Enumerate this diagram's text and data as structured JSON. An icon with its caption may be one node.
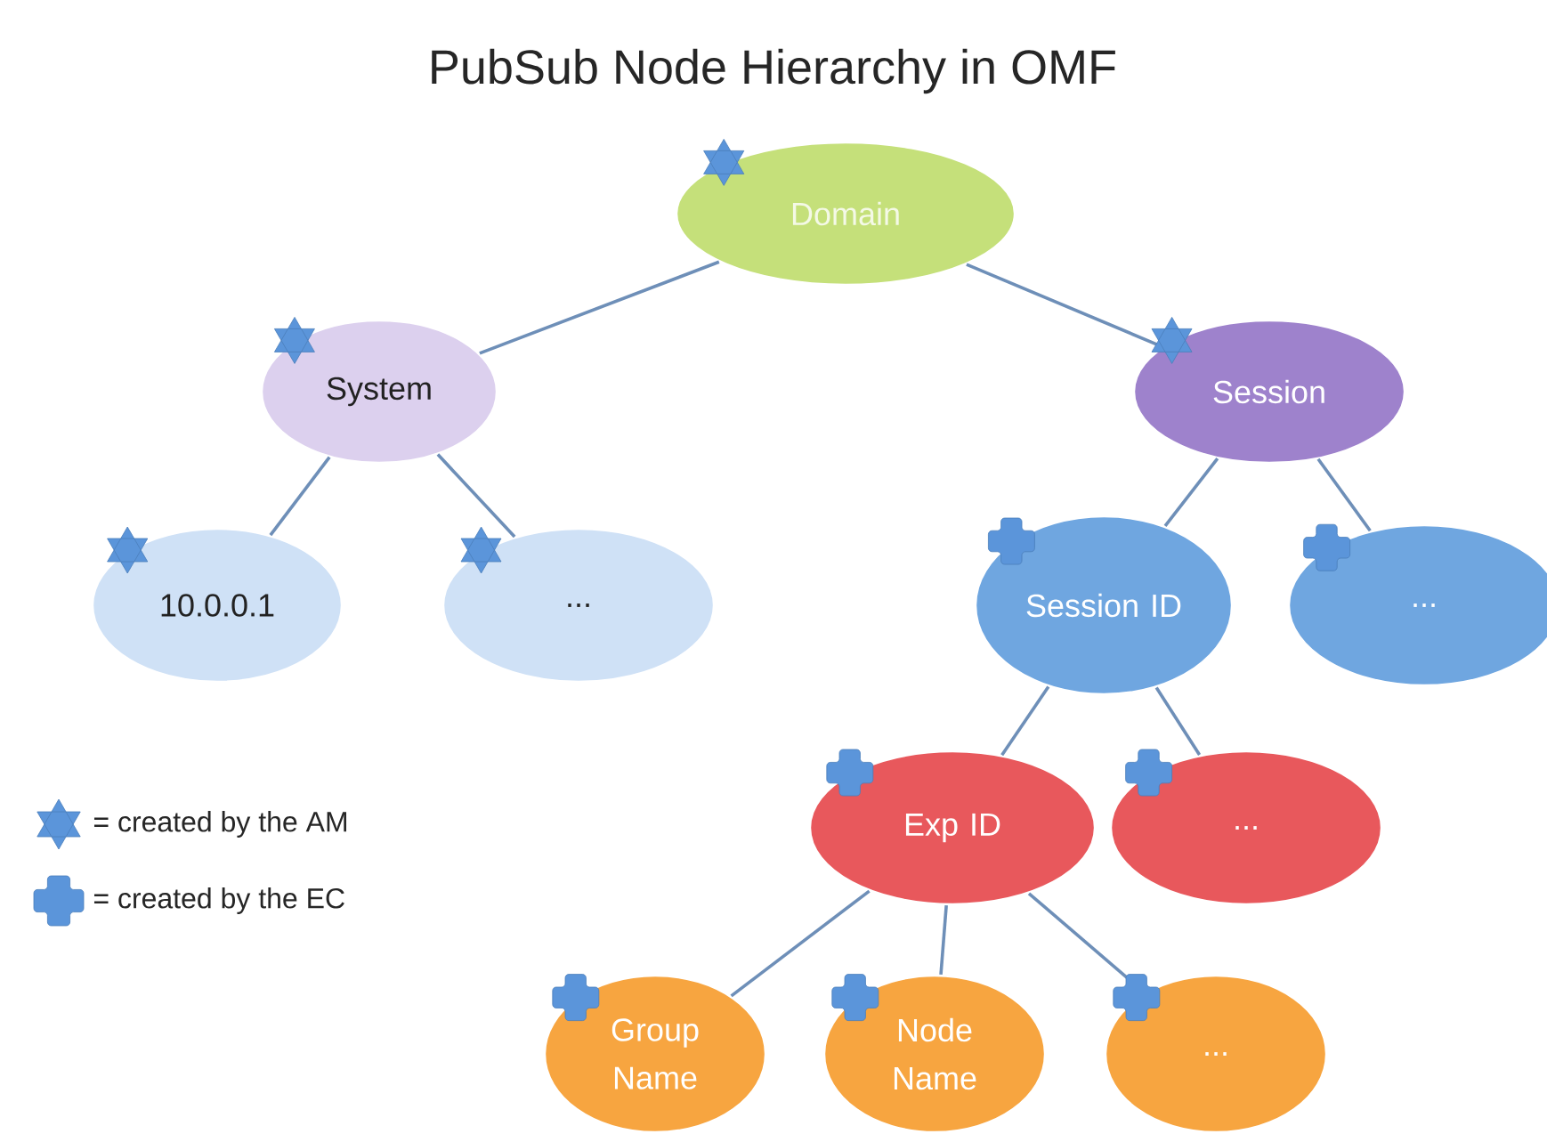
{
  "diagram": {
    "title": "PubSub Node Hierarchy in OMF",
    "nodes": [
      {
        "text": [
          "Domain"
        ]
      },
      {
        "text": [
          "System"
        ]
      },
      {
        "text": [
          "Session"
        ]
      },
      {
        "text": [
          "10.0.0.1"
        ]
      },
      {
        "text": [
          "..."
        ]
      },
      {
        "text": [
          "Session ID"
        ]
      },
      {
        "text": [
          "..."
        ]
      },
      {
        "text": [
          "Exp ID"
        ]
      },
      {
        "text": [
          "..."
        ]
      },
      {
        "text": [
          "Group Name"
        ]
      },
      {
        "text": [
          "Node Name"
        ]
      },
      {
        "text": [
          "..."
        ]
      }
    ],
    "edges": [
      {
        "from": 0,
        "to": 1,
        "arrow": "none"
      },
      {
        "from": 0,
        "to": 2,
        "arrow": "none"
      },
      {
        "from": 1,
        "to": 3,
        "arrow": "none"
      },
      {
        "from": 1,
        "to": 4,
        "arrow": "none"
      },
      {
        "from": 2,
        "to": 5,
        "arrow": "none"
      },
      {
        "from": 2,
        "to": 6,
        "arrow": "none"
      },
      {
        "from": 5,
        "to": 7,
        "arrow": "none"
      },
      {
        "from": 5,
        "to": 8,
        "arrow": "none"
      },
      {
        "from": 7,
        "to": 9,
        "arrow": "none"
      },
      {
        "from": 7,
        "to": 10,
        "arrow": "none"
      },
      {
        "from": 7,
        "to": 11,
        "arrow": "none"
      }
    ],
    "legend": [
      {
        "text": "= created by the AM"
      },
      {
        "text": "= created by the EC"
      }
    ]
  }
}
